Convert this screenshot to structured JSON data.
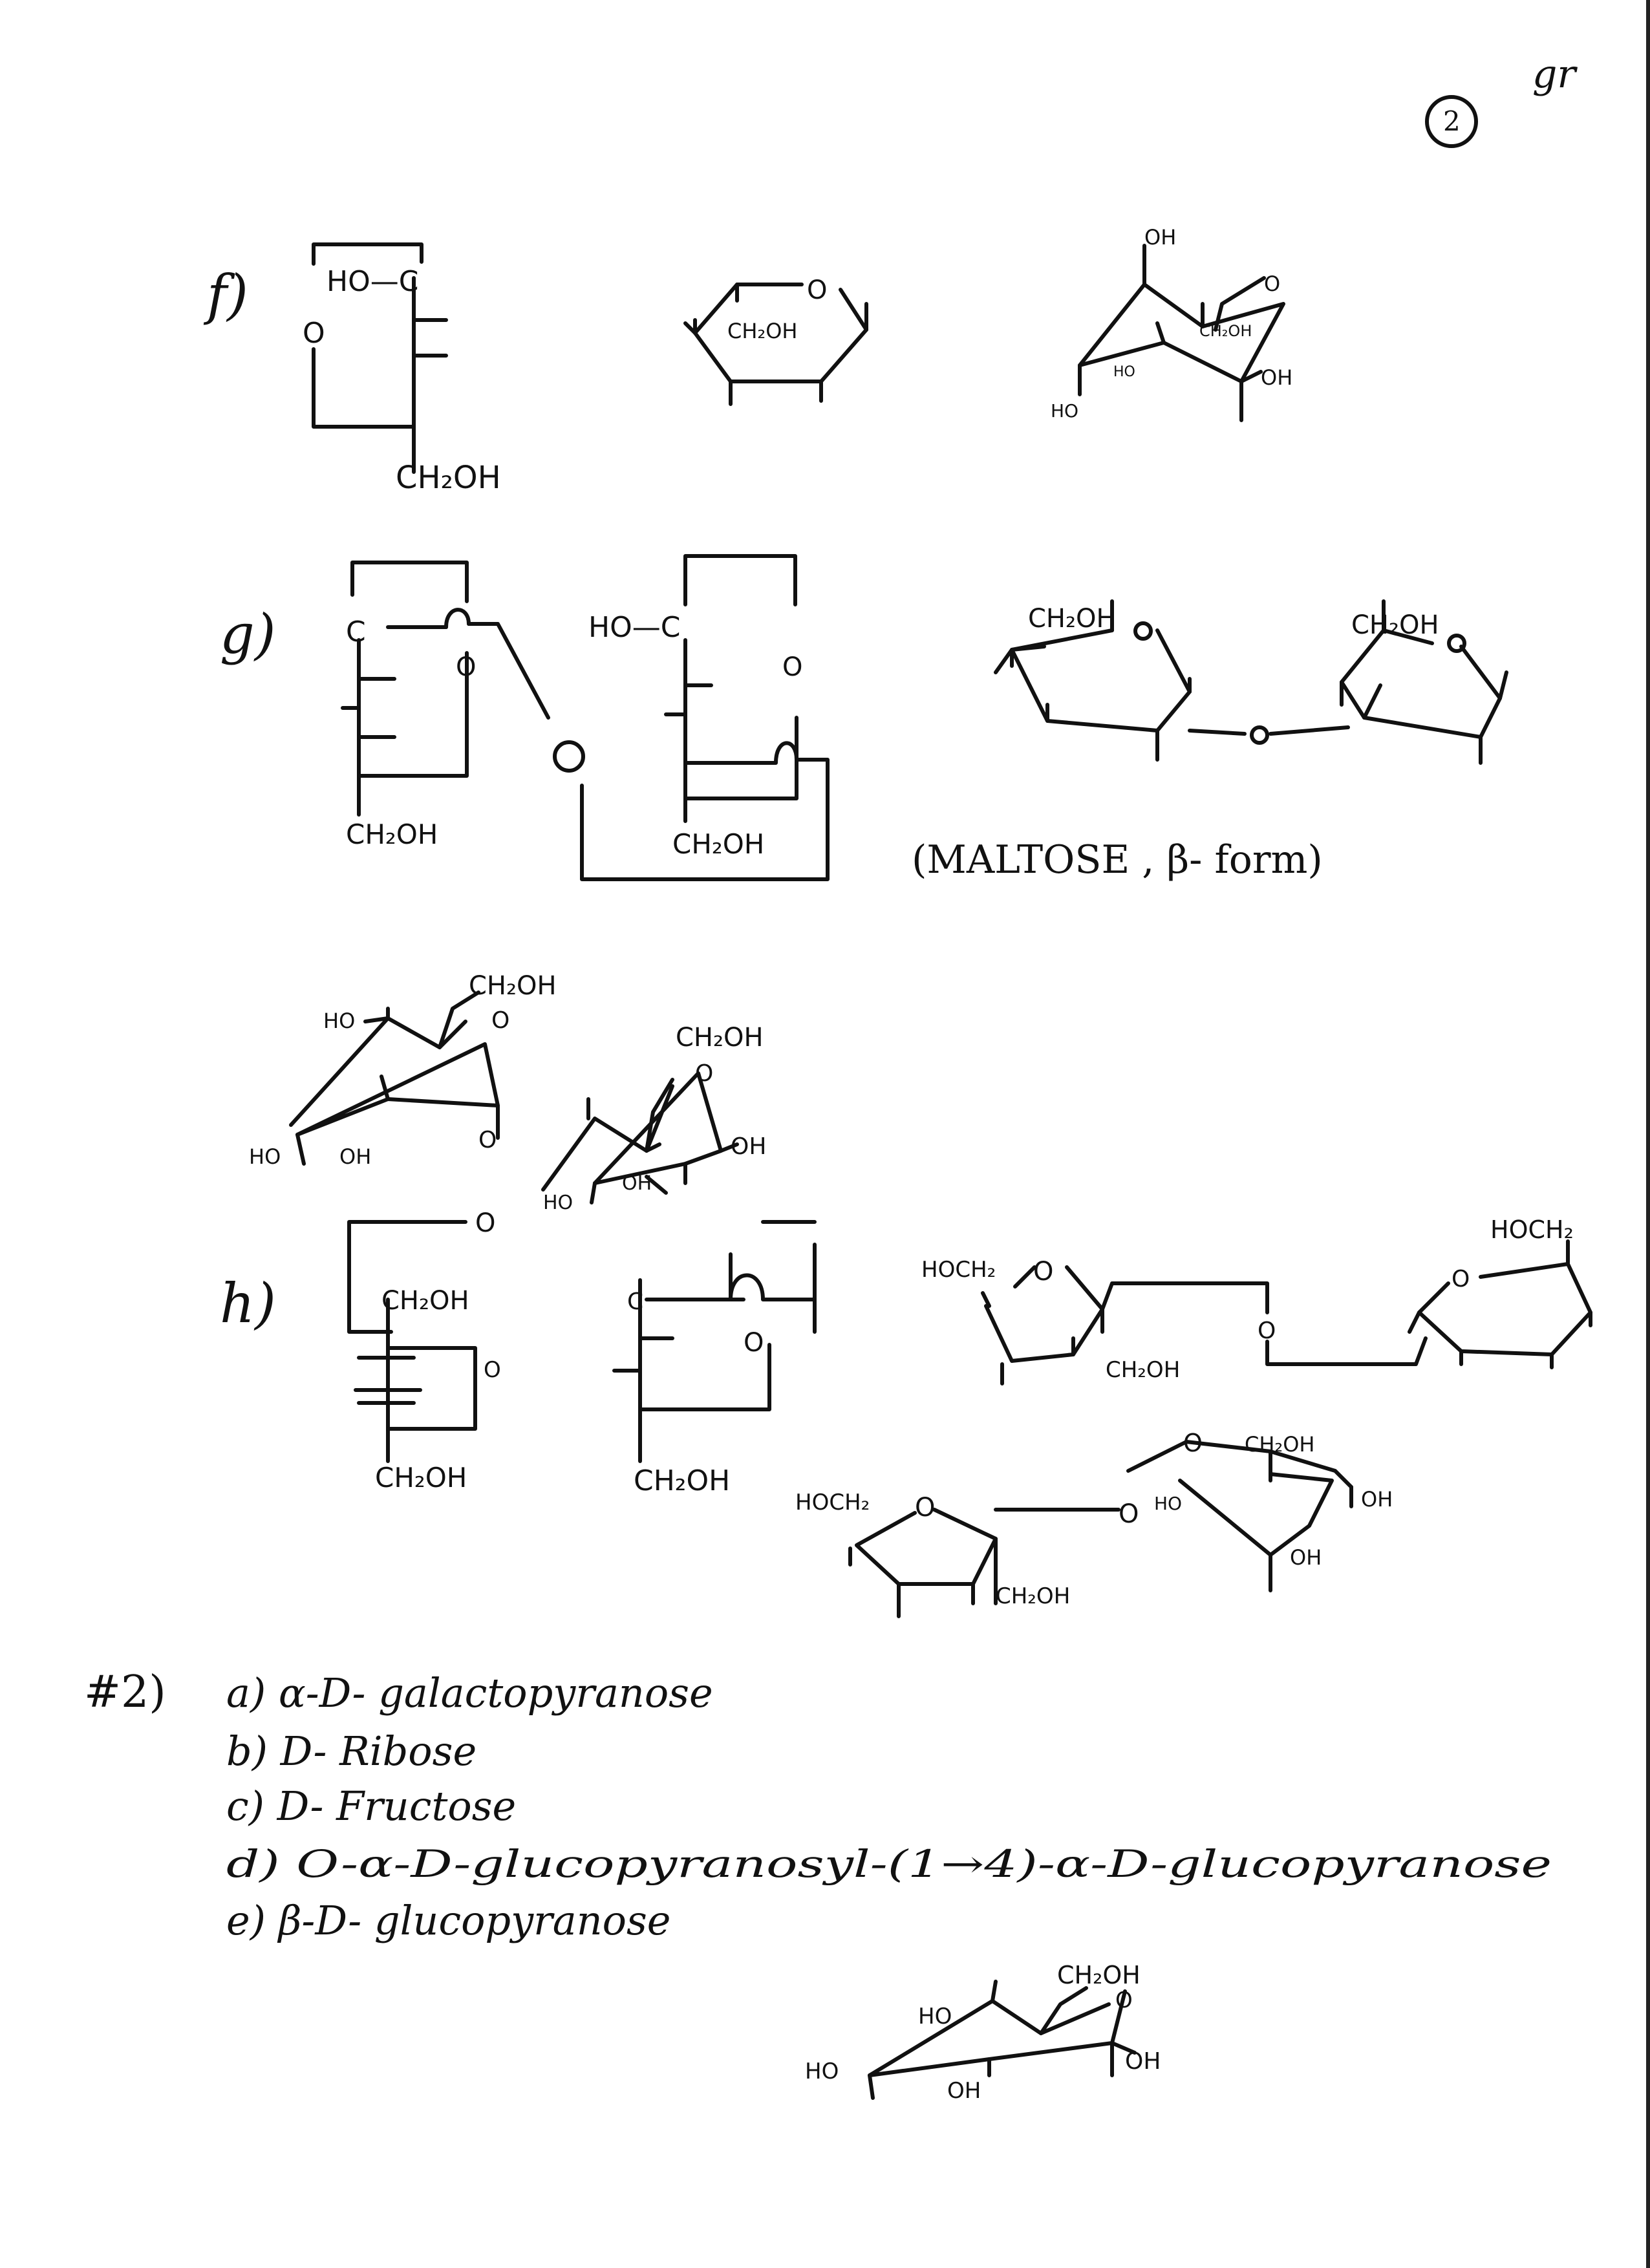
{
  "header": {
    "page_number": "2",
    "initials": "gr"
  },
  "problem_f": {
    "letter": "f)",
    "fischer_ho_c": "HO—C",
    "fischer_o": "O",
    "fischer_ch2oh": "CH₂OH",
    "haworth_ring_o": "O",
    "haworth_ch2oh": "CH₂OH",
    "chair_oh_top": "OH",
    "chair_ch2oh": "CH₂OH",
    "chair_ring_o": "O",
    "chair_oh_right": "OH",
    "chair_ho_mid": "HO",
    "chair_ho_left": "HO"
  },
  "problem_g": {
    "letter": "g)",
    "fischer1_c": "C",
    "fischer1_o": "O",
    "fischer1_ch2oh": "CH₂OH",
    "bridge_o": "O",
    "fischer2_ho_c": "HO—C",
    "fischer2_o": "O",
    "fischer2_ch2oh": "CH₂OH",
    "haworth_ch2oh_left": "CH₂OH",
    "haworth_ring_o_left": "O",
    "haworth_ch2oh_right": "CH₂OH",
    "haworth_ring_o_right": "O",
    "haworth_link_o": "O",
    "caption": "(MALTOSE , β- form)",
    "chair_ch2oh_left": "CH₂OH",
    "chair_ring_o_left": "O",
    "chair_ho_top": "HO",
    "chair_ho_left": "HO",
    "chair_oh_bottom": "OH",
    "chair_link_o": "O",
    "chair_ch2oh_right": "CH₂OH",
    "chair_ring_o_right": "O",
    "chair_ho_right": "HO",
    "chair_oh_bottom_right": "OH",
    "chair_oh_right": "OH"
  },
  "problem_h": {
    "letter": "h)",
    "bridge_o": "O",
    "fischer1_ch2oh_top": "CH₂OH",
    "fischer1_o": "O",
    "fischer1_ch2oh_bottom": "CH₂OH",
    "fischer2_c": "C",
    "fischer2_o": "O",
    "fischer2_ch2oh": "CH₂OH",
    "haworth_hoch2": "HOCH₂",
    "haworth_ring_o_left": "O",
    "haworth_ch2oh": "CH₂OH",
    "haworth_link_o": "O",
    "haworth_hoch2_right": "HOCH₂",
    "haworth_ring_o_right": "O",
    "chair_hoch2": "HOCH₂",
    "chair_ring_o_left": "O",
    "chair_ch2oh_bottom": "CH₂OH",
    "chair_link_o": "O",
    "chair_ho": "HO",
    "chair_ring_o_right": "O",
    "chair_ch2oh_top": "CH₂OH",
    "chair_oh_right": "OH",
    "chair_oh_bottom": "OH"
  },
  "problem_2": {
    "number": "#2)",
    "answers": [
      "a) α-D- galactopyranose",
      "b) D- Ribose",
      "c) D- Fructose",
      "d) O-α-D-glucopyranosyl-(1→4)-α-D-glucopyranose",
      "e) β-D- glucopyranose"
    ],
    "chair_ch2oh": "CH₂OH",
    "chair_ho_top": "HO",
    "chair_ring_o": "O",
    "chair_ho_left": "HO",
    "chair_oh_bottom": "OH",
    "chair_oh_right": "OH"
  }
}
